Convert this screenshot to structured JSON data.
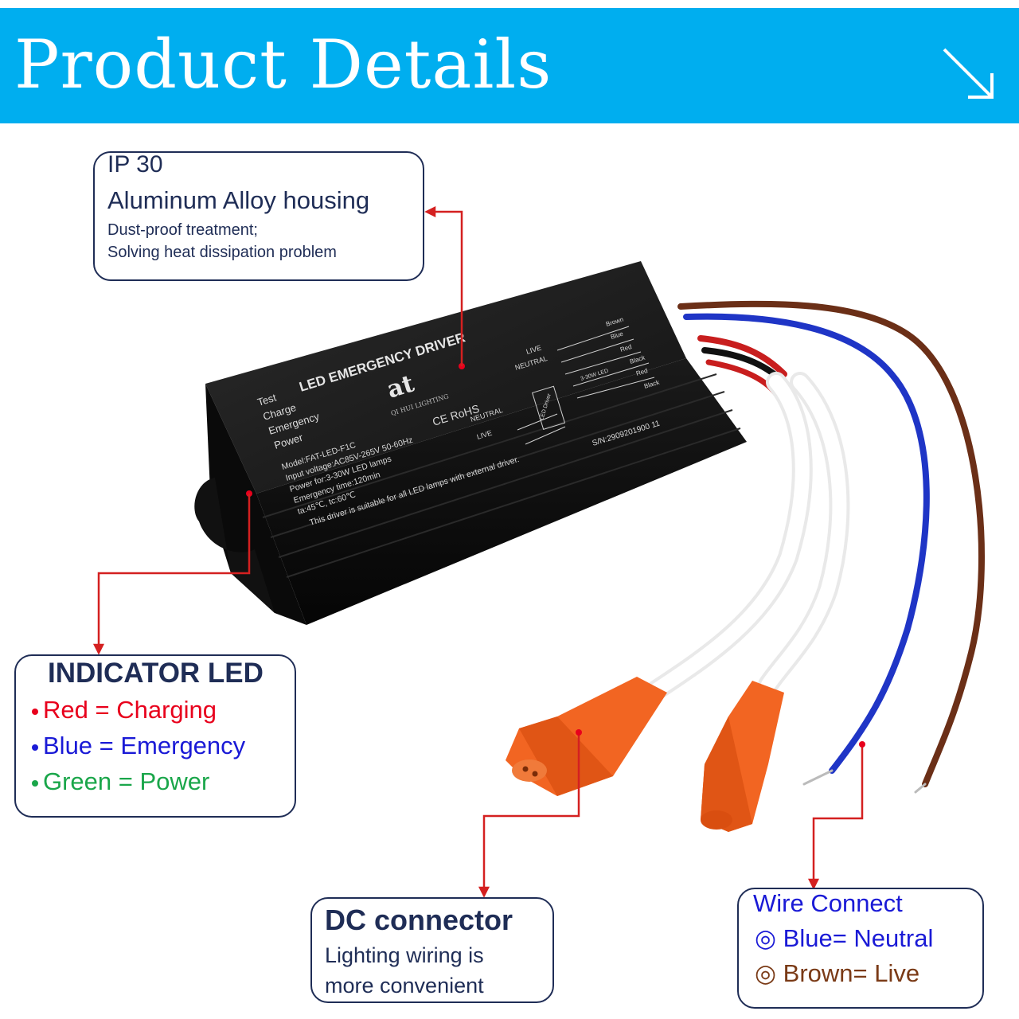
{
  "banner": {
    "title": "Product Details",
    "icon": "arrow-down-right-icon",
    "color": "#00aeef"
  },
  "product": {
    "title": "LED EMERGENCY DRIVER",
    "brand": "at",
    "brand_sub": "QI HUI LIGHTING",
    "indicators": [
      "Test",
      "Charge",
      "Emergency",
      "Power"
    ],
    "specs": [
      "Model:FAT-LED-F1C",
      "Input voltage:AC85V-265V 50-60Hz",
      "Power for:3-30W LED lamps",
      "Emergency time:120min",
      "ta:45℃, tc:60℃",
      "This driver is suitable for all LED lamps with external driver."
    ],
    "certs": "CE  RoHS",
    "serial": "S/N:2909201900 11",
    "wiring": {
      "live": "LIVE",
      "neutral": "NEUTRAL",
      "brown": "Brown",
      "blue": "Blue",
      "red": "Red",
      "black": "Black",
      "led": "3-30W LED",
      "driver": "LED Driver"
    }
  },
  "callouts": {
    "housing": {
      "rating": "IP 30",
      "title": "Aluminum  Alloy housing",
      "line1": "Dust-proof treatment;",
      "line2": "Solving heat dissipation problem"
    },
    "indicator": {
      "title": "INDICATOR LED",
      "red": "Red = Charging",
      "blue": "Blue = Emergency",
      "green": "Green = Power"
    },
    "dc": {
      "title": "DC connector",
      "line1": "Lighting wiring is",
      "line2": "more convenient"
    },
    "wire": {
      "title": "Wire Connect",
      "blue": "◎  Blue= Neutral",
      "brown": "◎  Brown= Live"
    }
  },
  "colors": {
    "navy": "#1f2d56",
    "red": "#e8001c",
    "blue": "#1a1ad6",
    "green": "#1aa64a",
    "brown": "#7a3a16",
    "leader": "#d42020",
    "connector": "#f26522"
  }
}
